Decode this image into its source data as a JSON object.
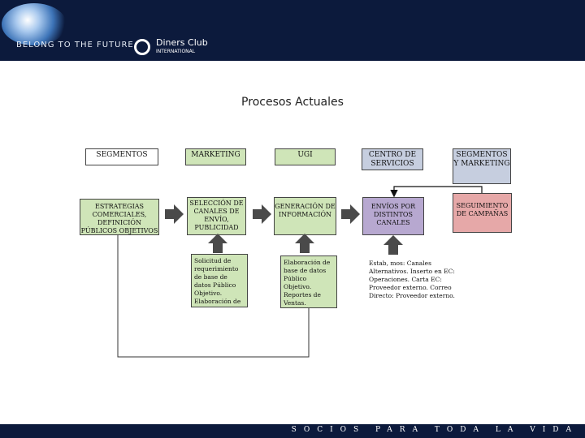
{
  "header": {
    "slogan": "BELONG TO THE FUTURE",
    "brand": "Diners Club",
    "brand_sub": "INTERNATIONAL"
  },
  "title": "Procesos Actuales",
  "columns": {
    "col1": "SEGMENTOS",
    "col2": "MARKETING",
    "col3": "UGI",
    "col4": "CENTRO DE SERVICIOS",
    "col5": "SEGMENTOS Y MARKETING"
  },
  "steps": {
    "s1": "ESTRATEGIAS COMERCIALES, DEFINICIÓN PÚBLICOS OBJETIVOS",
    "s2": "SELECCIÓN DE CANALES DE ENVÍO, PUBLICIDAD",
    "s3": "GENERACIÓN DE INFORMACIÓN",
    "s4": "ENVÍOS POR DISTINTOS CANALES",
    "s5": "SEGUIMIENTO DE CAMPAÑAS"
  },
  "notes": {
    "n2": "Solicitud de requerimiento de base de datos Público Objetivo. Elaboración de artes gráficos",
    "n3": "Elaboración de base de datos Público Objetivo. Reportes de Ventas. Estadísticas",
    "n4": "Estab, mos: Canales Alternativos. Inserto en EC: Operaciones. Carta EC: Proveedor externo. Correo Directo: Proveedor externo."
  },
  "footer": "SOCIOS PARA TODA LA VIDA",
  "colors": {
    "navy": "#0c1a3c",
    "green": "#cfe5b8",
    "blue_gray": "#c6cedf",
    "purple": "#b7a8d0",
    "pink": "#e6a8a8",
    "arrow": "#4a4a4a"
  }
}
